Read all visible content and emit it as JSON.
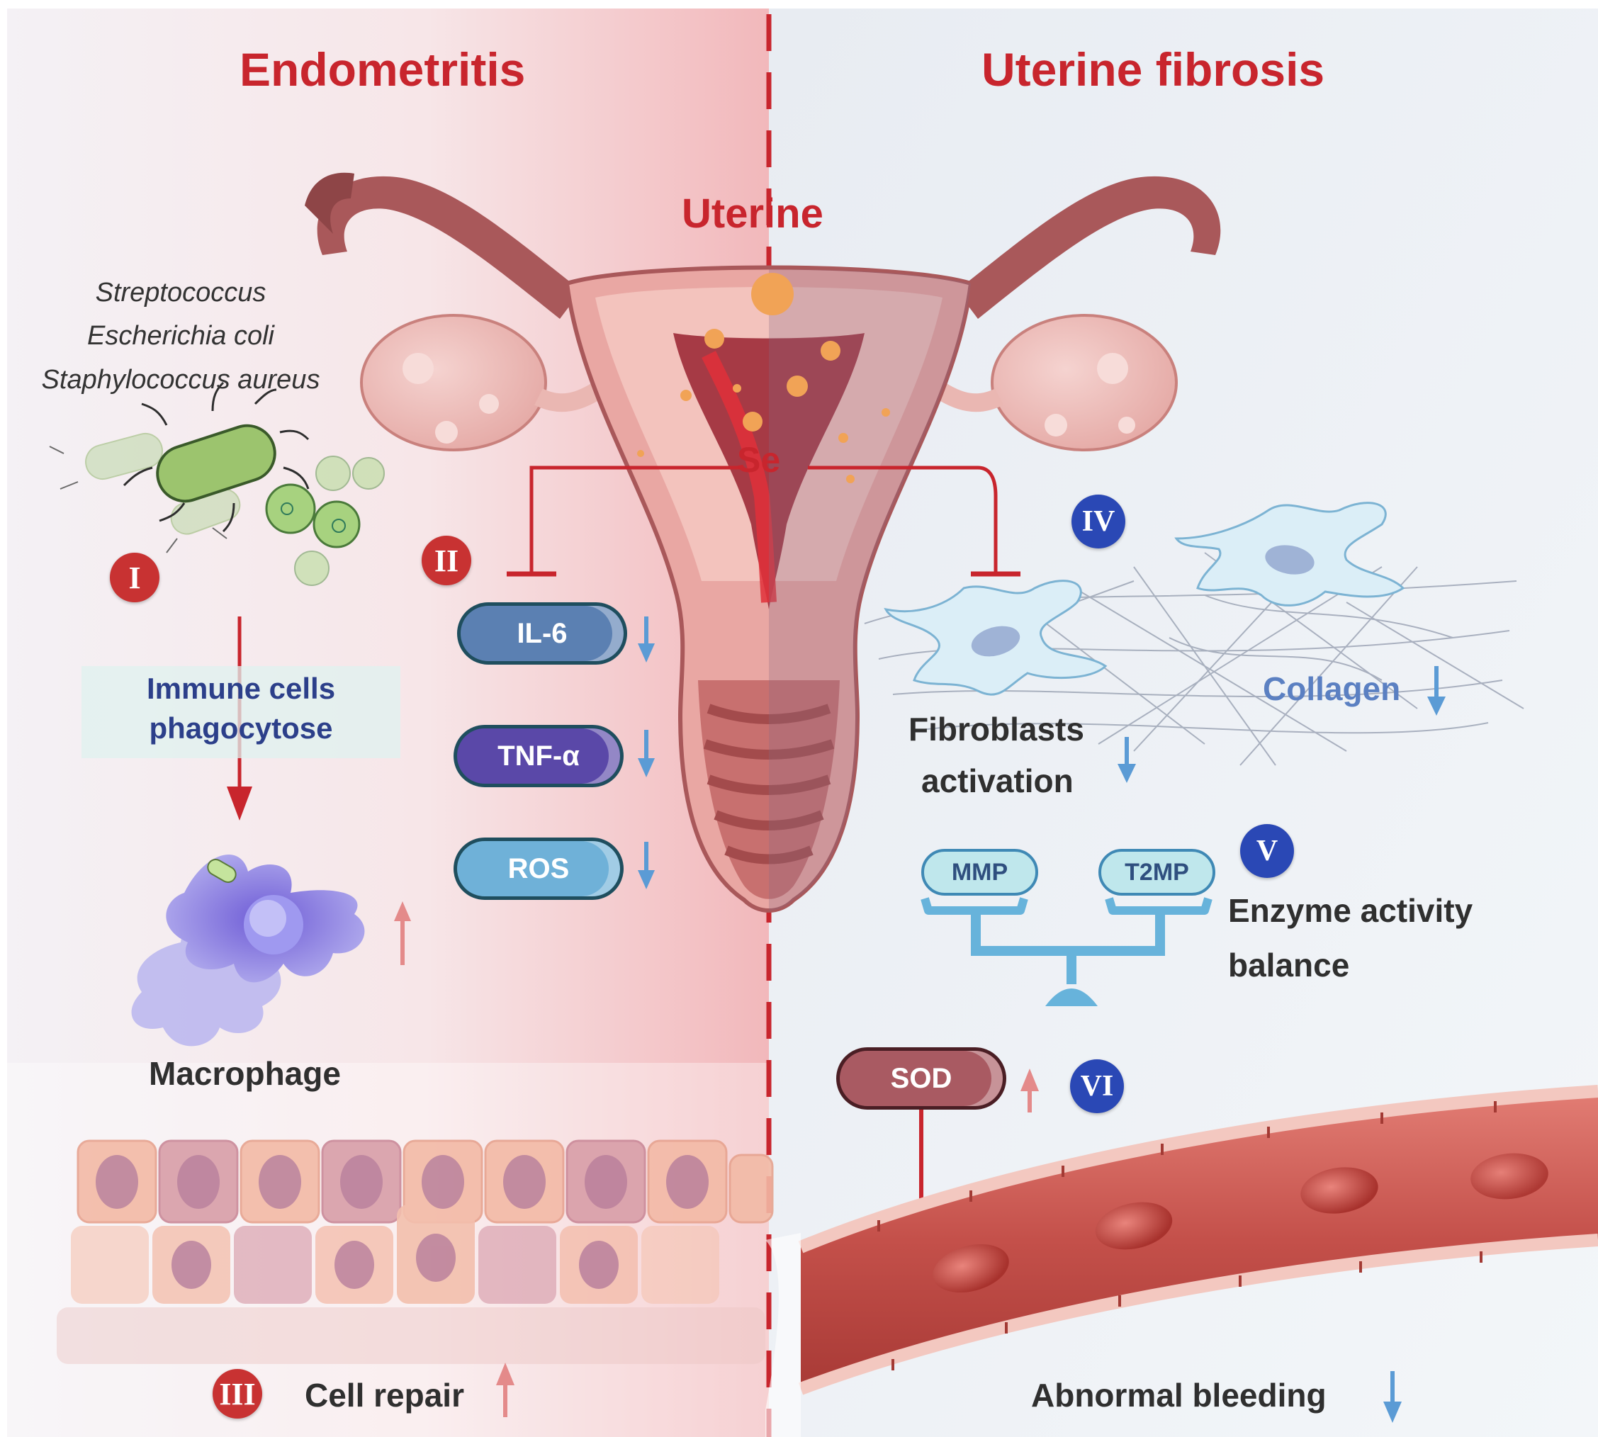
{
  "left_panel": {
    "title": "Endometritis",
    "bacteria": [
      "Streptococcus",
      "Escherichia coli",
      "Staphylococcus aureus"
    ],
    "immune_text": [
      "Immune cells",
      "phagocytose"
    ],
    "macrophage_label": "Macrophage",
    "cell_repair_label": "Cell repair",
    "badges": [
      "I",
      "II",
      "III"
    ]
  },
  "center": {
    "organ_label": "Uterine",
    "element_label": "Se"
  },
  "markers_left": [
    {
      "label": "IL-6",
      "direction": "down",
      "color": "#5b80b2"
    },
    {
      "label": "TNF-α",
      "direction": "down",
      "color": "#5a48a8"
    },
    {
      "label": "ROS",
      "direction": "down",
      "color": "#6fb1d8"
    }
  ],
  "right_panel": {
    "title": "Uterine fibrosis",
    "fibroblasts_label": [
      "Fibroblasts",
      "activation"
    ],
    "collagen_label": "Collagen",
    "mmp_label": "MMP",
    "t2mp_label": "T2MP",
    "enzyme_label": [
      "Enzyme activity",
      "balance"
    ],
    "sod_label": "SOD",
    "bleeding_label": "Abnormal bleeding",
    "badges": [
      "IV",
      "V",
      "VI"
    ]
  },
  "colors": {
    "title_red": "#c8252d",
    "inhibit_red": "#c8252d",
    "arrow_up": "#e48a8a",
    "arrow_down": "#5b9bd5",
    "badge_red": "#c83232",
    "badge_blue": "#2a48b5"
  }
}
